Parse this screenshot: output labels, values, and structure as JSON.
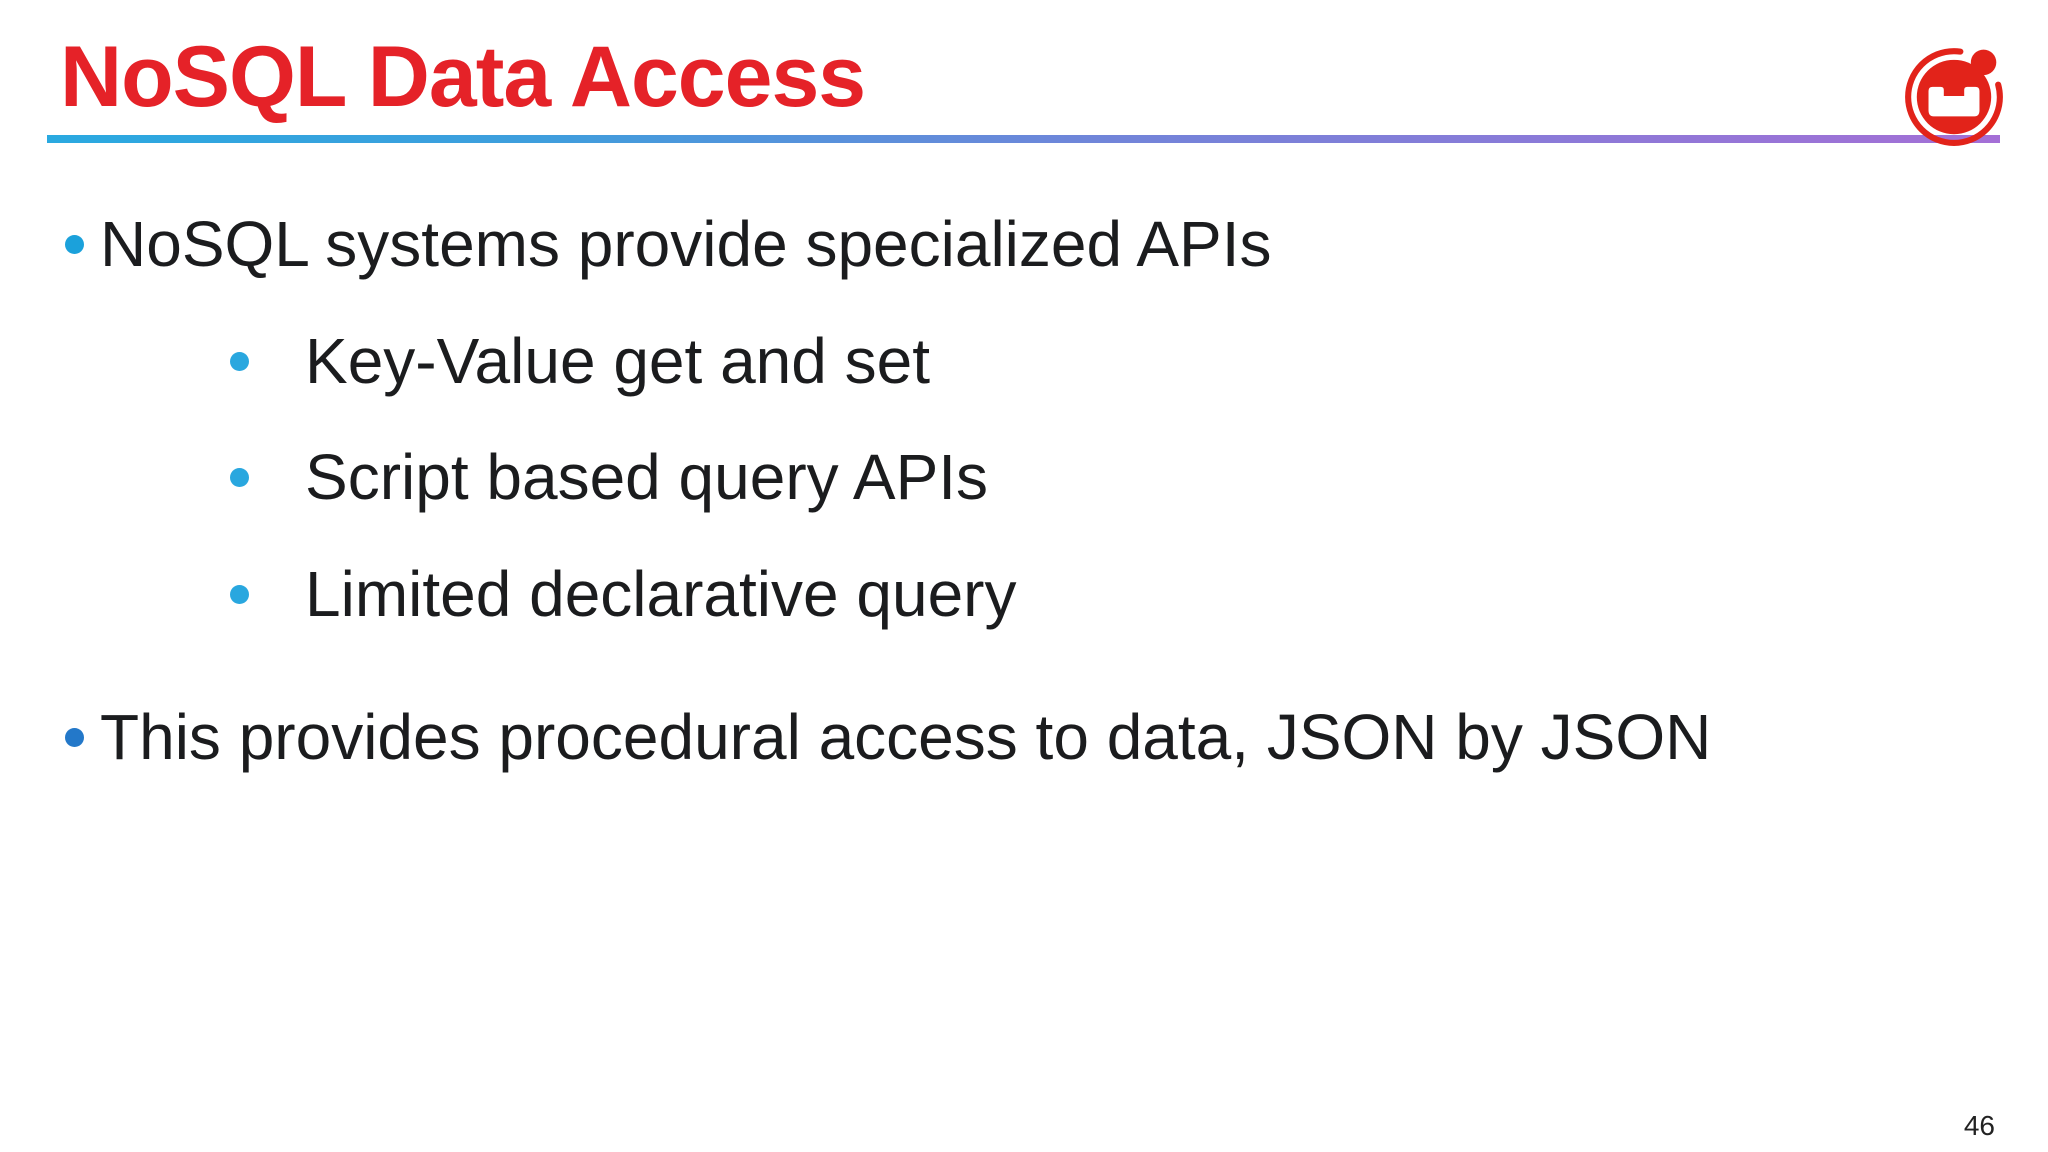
{
  "slide": {
    "title": "NoSQL Data Access",
    "page_number": "46",
    "bullets": [
      {
        "level": 1,
        "text": "NoSQL systems provide specialized APIs"
      },
      {
        "level": 2,
        "text": "Key-Value get and set"
      },
      {
        "level": 2,
        "text": "Script based query APIs"
      },
      {
        "level": 2,
        "text": "Limited declarative query"
      },
      {
        "level": 1,
        "text": "This provides procedural access to data, JSON by JSON"
      }
    ],
    "logo": "couchbase-logo",
    "colors": {
      "title_red": "#e52228",
      "logo_red": "#e2231a",
      "rule_gradient_start": "#2aa9e0",
      "rule_gradient_mid": "#7284d9",
      "rule_gradient_end": "#a46fd6",
      "bullet_dot_cyan": "#1ba1db",
      "bullet_dot_sub": "#29a7df",
      "bullet_dot_blue": "#2378c9",
      "body_text": "#1b1c1e"
    }
  }
}
